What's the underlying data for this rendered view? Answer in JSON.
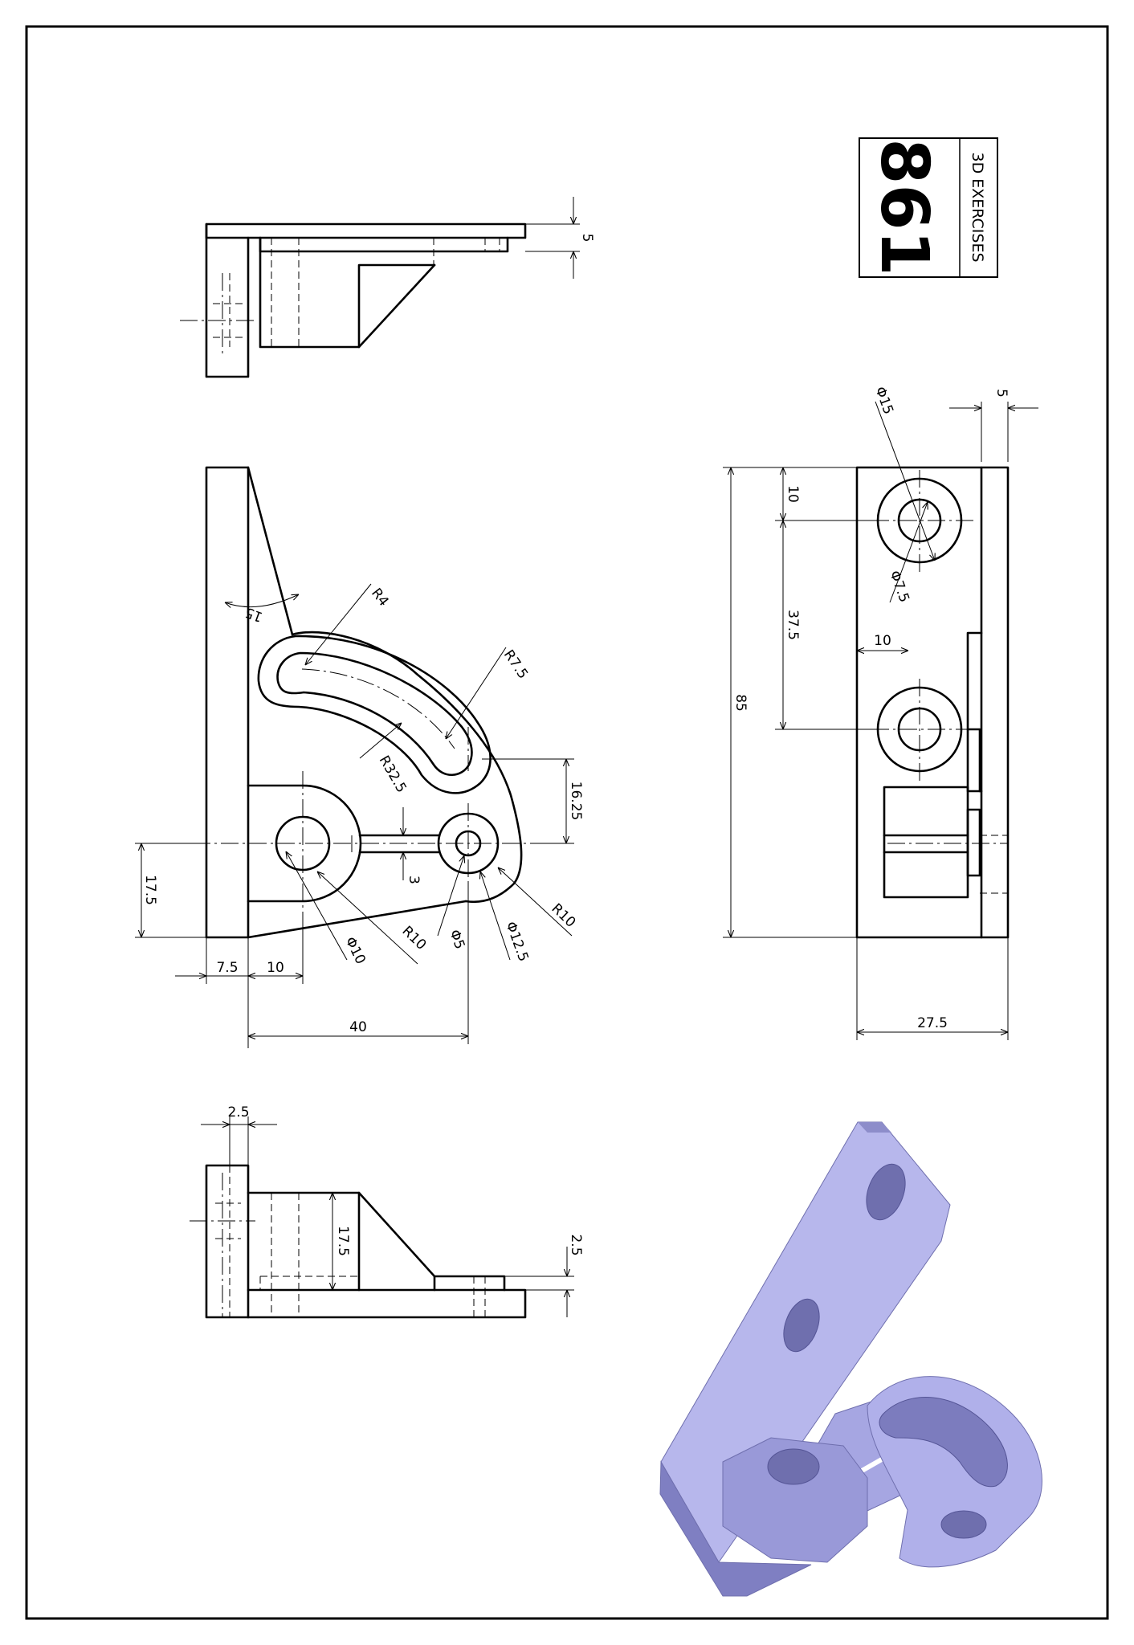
{
  "title_block": {
    "number": "861",
    "label": "3D EXERCISES"
  },
  "top_view": {
    "dims": {
      "d_5": "5"
    }
  },
  "front_view": {
    "dims": {
      "ang_15": "15",
      "r_4": "R4",
      "r_7_5": "R7.5",
      "r_32_5": "R32.5",
      "h_16_25": "16.25",
      "h_3": "3",
      "h_17_5": "17.5",
      "dia_10": "Φ10",
      "r_10_a": "R10",
      "dia_5": "Φ5",
      "dia_12_5": "Φ12.5",
      "r_10_b": "R10",
      "w_7_5": "7.5",
      "w_10": "10",
      "w_40": "40"
    }
  },
  "side_view": {
    "dims": {
      "dia_15": "Φ15",
      "dia_7_5": "Φ7.5",
      "w_5": "5",
      "h_10": "10",
      "h_37_5": "37.5",
      "w_10": "10",
      "h_85": "85",
      "w_27_5": "27.5"
    }
  },
  "bottom_view": {
    "dims": {
      "w_2_5": "2.5",
      "h_17_5": "17.5",
      "h_2_5": "2.5"
    }
  },
  "iso_view": {
    "fill_color": "#b7b7ec",
    "shade_color": "#8d8dca",
    "dark_color": "#6f6fae"
  }
}
